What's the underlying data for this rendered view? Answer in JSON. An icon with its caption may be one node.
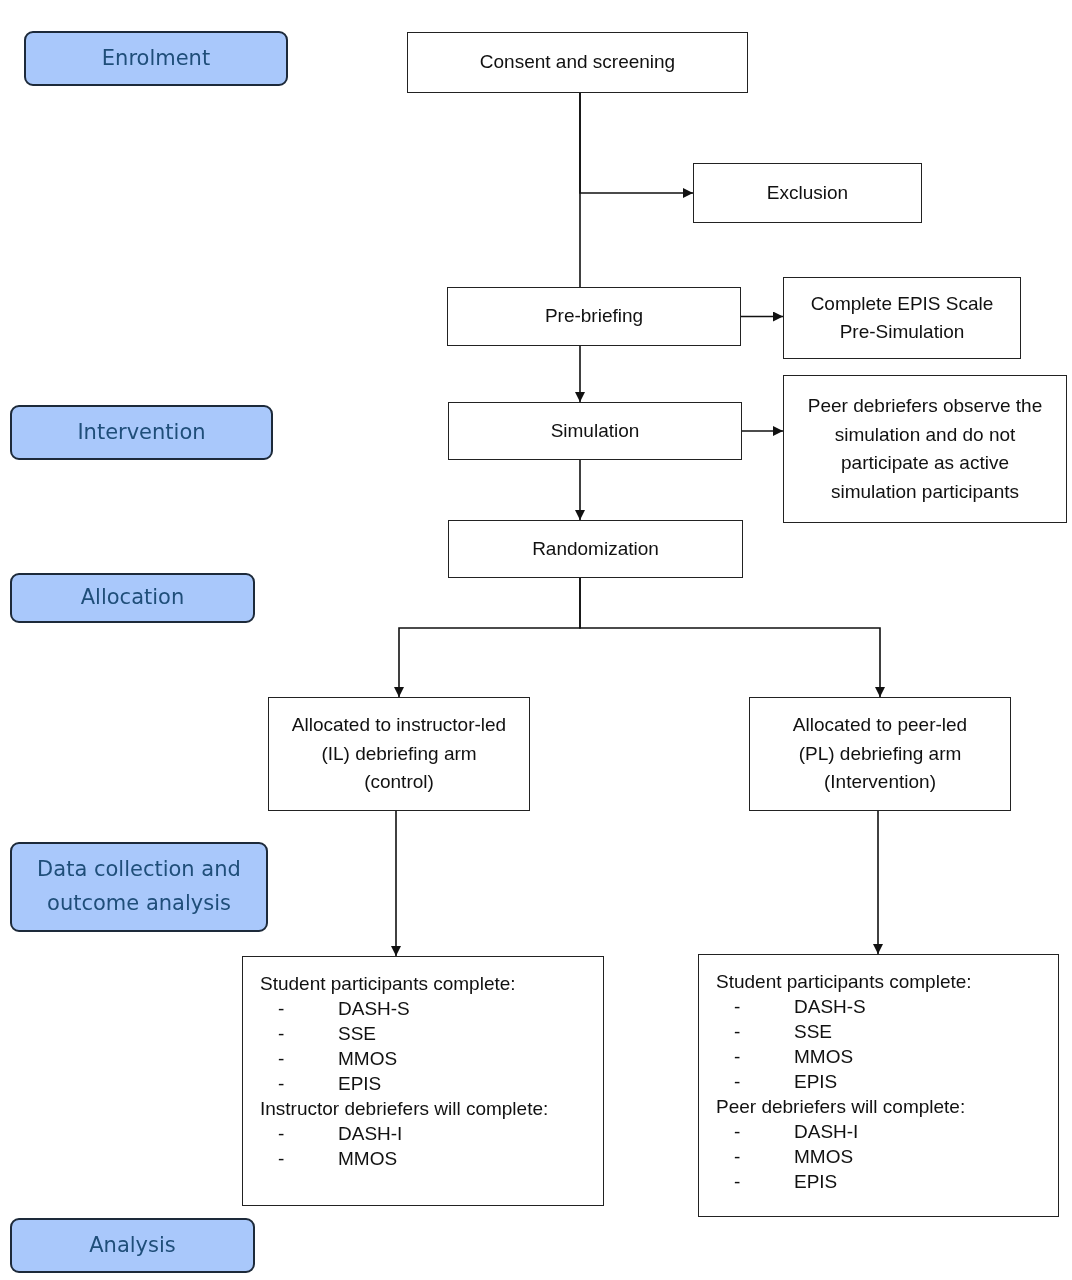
{
  "diagram": {
    "nodes": [
      {
        "text": [
          "Enrolment"
        ]
      },
      {
        "text": [
          "Consent and screening"
        ]
      },
      {
        "text": [
          "Exclusion"
        ]
      },
      {
        "text": [
          "Pre-briefing"
        ]
      },
      {
        "text": [
          "Complete EPIS Scale Pre-Simulation"
        ]
      },
      {
        "text": [
          "Intervention"
        ]
      },
      {
        "text": [
          "Simulation"
        ]
      },
      {
        "text": [
          "Peer debriefers observe the simulation and do not participate as active simulation participants"
        ]
      },
      {
        "text": [
          "Randomization"
        ]
      },
      {
        "text": [
          "Allocation"
        ]
      },
      {
        "text": [
          "Allocated to instructor-led (IL) debriefing arm (control)"
        ]
      },
      {
        "text": [
          "Allocated to peer-led (PL) debriefing arm (Intervention)"
        ]
      },
      {
        "text": [
          "Data collection and outcome analysis"
        ]
      },
      {
        "text": [
          "Student participants complete:",
          "- DASH-S",
          "- SSE",
          "- MMOS",
          "- EPIS",
          "Instructor debriefers will complete:",
          "- DASH-I",
          "- MMOS"
        ]
      },
      {
        "text": [
          "Student participants complete:",
          "- DASH-S",
          "- SSE",
          "- MMOS",
          "- EPIS",
          "Peer debriefers will complete:",
          "- DASH-I",
          "- MMOS",
          "- EPIS"
        ]
      },
      {
        "text": [
          "Analysis"
        ]
      }
    ],
    "edges": [
      {
        "from": 1,
        "to": 3,
        "arrow": "none"
      },
      {
        "from": 1,
        "to": 2,
        "arrow": "to"
      },
      {
        "from": 3,
        "to": 4,
        "arrow": "to"
      },
      {
        "from": 3,
        "to": 6,
        "arrow": "to"
      },
      {
        "from": 6,
        "to": 7,
        "arrow": "to"
      },
      {
        "from": 6,
        "to": 8,
        "arrow": "to"
      },
      {
        "from": 8,
        "to": 10,
        "arrow": "to"
      },
      {
        "from": 8,
        "to": 11,
        "arrow": "to"
      },
      {
        "from": 10,
        "to": 13,
        "arrow": "to"
      },
      {
        "from": 11,
        "to": 14,
        "arrow": "to"
      }
    ]
  }
}
